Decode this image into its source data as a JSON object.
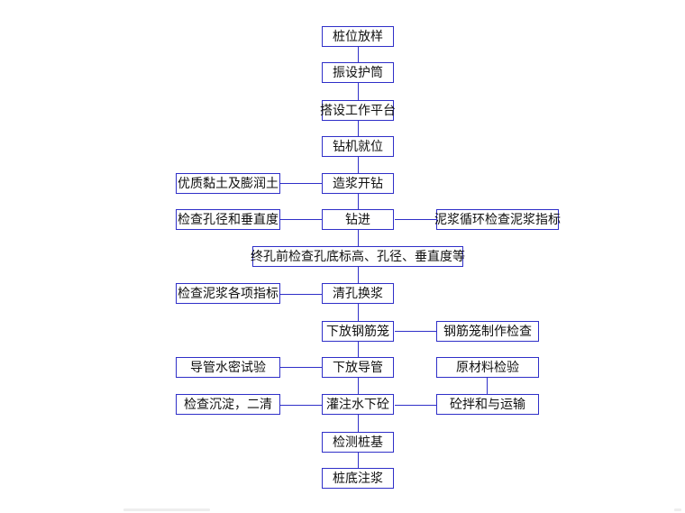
{
  "flowchart": {
    "main_steps": {
      "s1": "桩位放样",
      "s2": "振设护筒",
      "s3": "搭设工作平台",
      "s4": "钻机就位",
      "s5": "造浆开钻",
      "s6": "钻进",
      "s7": "终孔前检查孔底标高、孔径、垂直度等",
      "s8": "清孔换浆",
      "s9": "下放钢筋笼",
      "s10": "下放导管",
      "s11": "灌注水下砼",
      "s12": "检测桩基",
      "s13": "桩底注浆"
    },
    "left_notes": {
      "l1": "优质黏土及膨润土",
      "l2": "检查孔径和垂直度",
      "l3": "检查泥浆各项指标",
      "l4": "导管水密试验",
      "l5": "检查沉淀，二清"
    },
    "right_notes": {
      "r1": "泥浆循环检查泥浆指标",
      "r2": "钢筋笼制作检查",
      "r3": "原材料检验",
      "r4": "砼拌和与运输"
    },
    "colors": {
      "border": "#2f2fc8",
      "text": "#111111",
      "background": "#ffffff"
    }
  }
}
